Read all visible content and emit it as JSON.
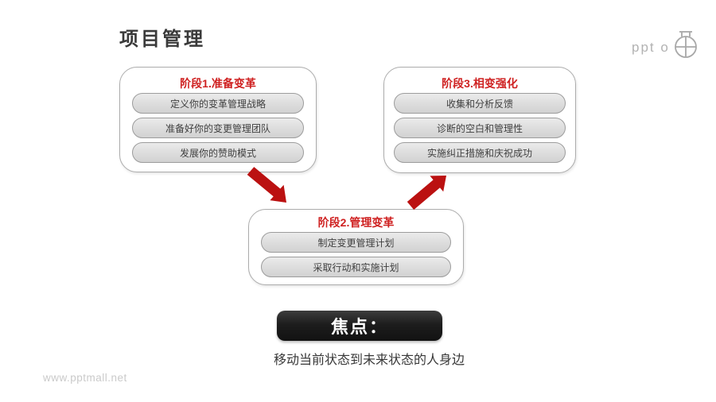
{
  "slide": {
    "title": "项目管理",
    "watermark": "www.pptmall.net",
    "logo": {
      "text": "ppt o"
    }
  },
  "phases": [
    {
      "title": "阶段1.准备变革",
      "items": [
        "定义你的变革管理战略",
        "准备好你的变更管理团队",
        "发展你的赞助模式"
      ]
    },
    {
      "title": "阶段2.管理变革",
      "items": [
        "制定变更管理计划",
        "采取行动和实施计划"
      ]
    },
    {
      "title": "阶段3.相变强化",
      "items": [
        "收集和分析反馈",
        "诊断的空白和管理性",
        "实施纠正措施和庆祝成功"
      ]
    }
  ],
  "focus": {
    "label": "焦点：",
    "caption": "移动当前状态到未来状态的人身边"
  },
  "colors": {
    "accent_red": "#BB1111",
    "phase_title_red": "#CF2121",
    "focus_bg": "#1D1D1D",
    "pill_fill": "#DCDCDC",
    "pill_border": "#9C9C9C",
    "box_border": "#ACACAC",
    "title_text": "#3A3A3A",
    "watermark_gray": "#CACACA",
    "logo_gray": "#A8A8A8"
  }
}
